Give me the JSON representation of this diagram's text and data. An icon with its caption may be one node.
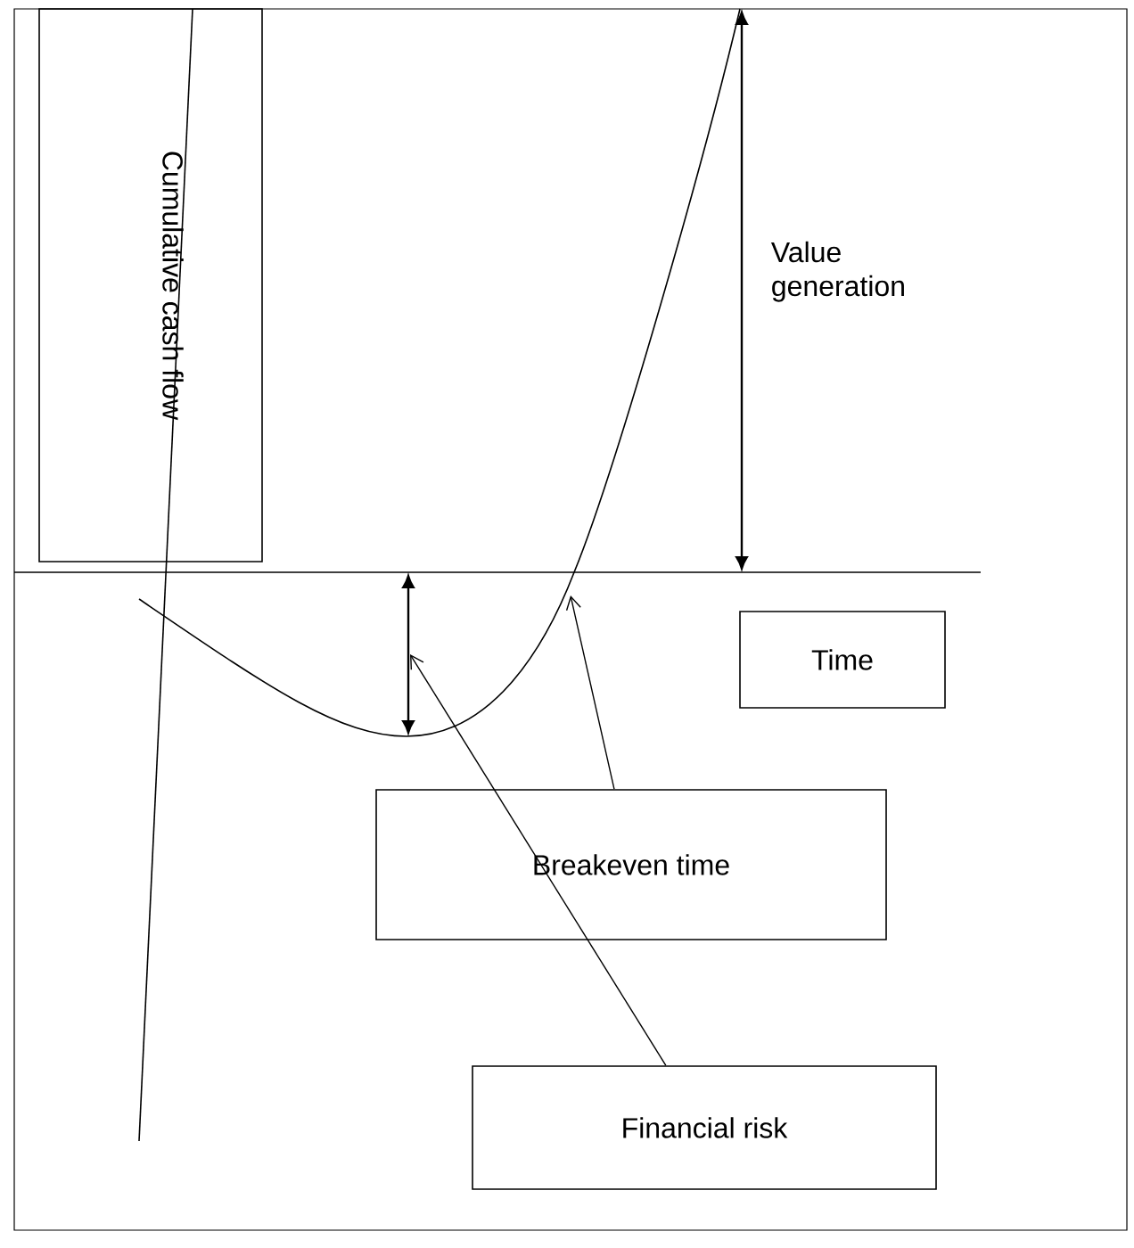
{
  "diagram": {
    "nodes": [
      {
        "text": [
          "Cumulative cash flow"
        ]
      },
      {
        "text": [
          "Time"
        ]
      },
      {
        "text": [
          "Breakeven time"
        ]
      },
      {
        "text": [
          "Financial risk"
        ]
      }
    ],
    "edges": [
      {
        "from": 2,
        "to": null,
        "arrow": "to"
      },
      {
        "from": 3,
        "to": null,
        "arrow": "to"
      }
    ],
    "labels": [
      "Value generation"
    ]
  }
}
